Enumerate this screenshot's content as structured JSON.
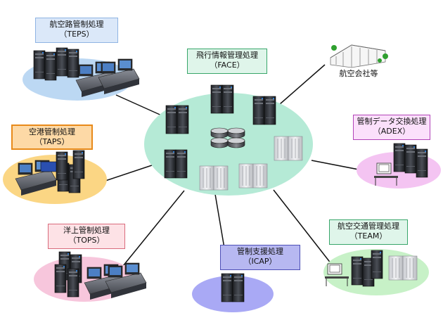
{
  "nodes": {
    "teps": {
      "title": "航空路管制処理",
      "sub": "（TEPS）",
      "color": "#bcd8f3"
    },
    "face": {
      "title": "飛行情報管理処理",
      "sub": "（FACE）",
      "color": "#b5ead6"
    },
    "taps": {
      "title": "空港管制処理",
      "sub": "（TAPS）",
      "color": "#fbd684"
    },
    "adex": {
      "title": "管制データ交換処理",
      "sub": "（ADEX）",
      "color": "#f4c4f2"
    },
    "tops": {
      "title": "洋上管制処理",
      "sub": "（TOPS）",
      "color": "#f7c6dc"
    },
    "icap": {
      "title": "管制支援処理",
      "sub": "（ICAP）",
      "color": "#a9a9f5"
    },
    "team": {
      "title": "航空交通管理処理",
      "sub": "（TEAM）",
      "color": "#c7f1c7"
    },
    "airline": {
      "title": "航空会社等"
    }
  }
}
